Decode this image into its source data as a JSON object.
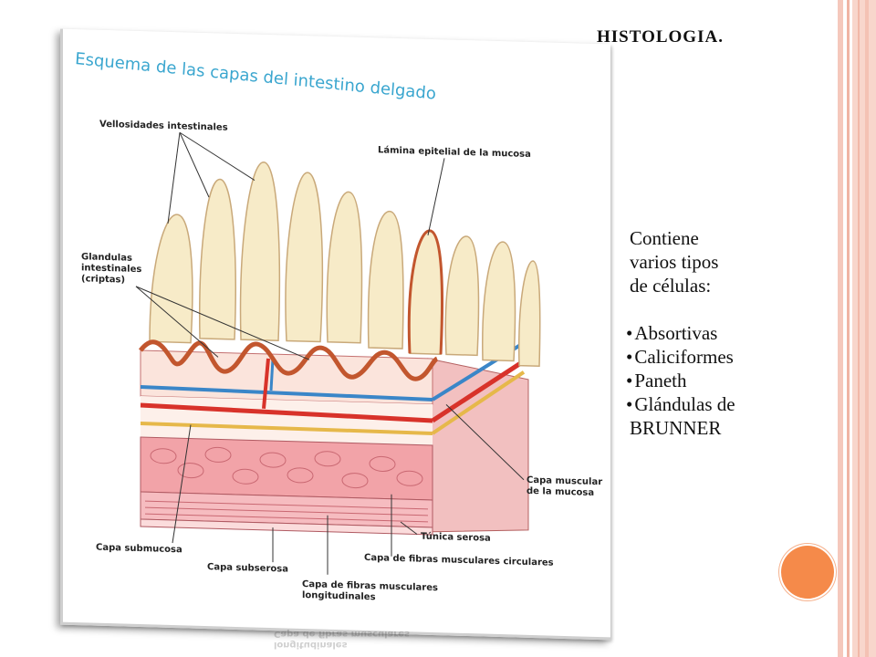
{
  "slide": {
    "title": "HISTOLOGIA.",
    "intro": "Contiene\nvarios tipos\nde células:",
    "bullets": [
      "Absortivas",
      "Caliciformes",
      "Paneth",
      "Glándulas de BRUNNER"
    ],
    "bullet_glyph": "•"
  },
  "figure": {
    "heading": "Esquema de las capas del intestino delgado",
    "labels": {
      "villi": "Vellosidades intestinales",
      "epithelium": "Lámina epitelial de la mucosa",
      "glands_1": "Glandulas",
      "glands_2": "intestinales",
      "glands_3": "(criptas)",
      "muscularis_mucosa_1": "Capa muscular",
      "muscularis_mucosa_2": "de la mucosa",
      "serosa": "Túnica serosa",
      "submucosa": "Capa submucosa",
      "circular": "Capa de fibras musculares circulares",
      "subserosa": "Capa subserosa",
      "longitudinal_1": "Capa de fibras musculares",
      "longitudinal_2": "longitudinales"
    }
  },
  "colors": {
    "accent_orange": "#f58a4a",
    "stripe_pink": "#f8d6cc",
    "heading_blue": "#3aa6cf",
    "villus_cream": "#f7ebc8",
    "muscle_pink": "#f2a3a8",
    "artery_red": "#d8322a",
    "vein_blue": "#3a86c8"
  }
}
